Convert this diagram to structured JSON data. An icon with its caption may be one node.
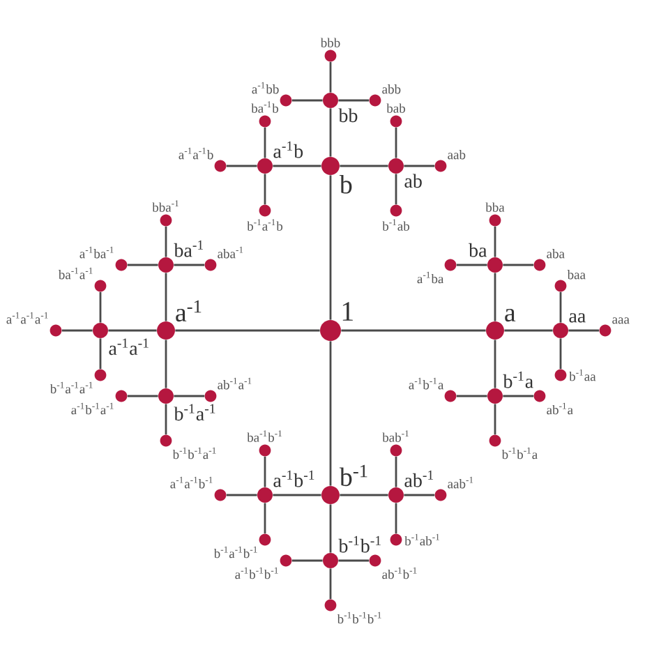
{
  "diagram": {
    "nodes": [
      {
        "text": [
          "1"
        ]
      },
      {
        "text": [
          "a"
        ]
      },
      {
        "text": [
          "b"
        ]
      },
      {
        "text": [
          "a$^{-1}$"
        ]
      },
      {
        "text": [
          "b$^{-1}$"
        ]
      },
      {
        "text": [
          "aa"
        ]
      },
      {
        "text": [
          "ba"
        ]
      },
      {
        "text": [
          "b$^{-1}$a"
        ]
      },
      {
        "text": [
          "ab"
        ]
      },
      {
        "text": [
          "bb"
        ]
      },
      {
        "text": [
          "a$^{-1}$b"
        ]
      },
      {
        "text": [
          "ba$^{-1}$"
        ]
      },
      {
        "text": [
          "a$^{-1}$a$^{-1}$"
        ]
      },
      {
        "text": [
          "b$^{-1}$a$^{-1}$"
        ]
      },
      {
        "text": [
          "ab$^{-1}$"
        ]
      },
      {
        "text": [
          "a$^{-1}$b$^{-1}$"
        ]
      },
      {
        "text": [
          "b$^{-1}$b$^{-1}$"
        ]
      },
      {
        "text": [
          "aaa"
        ]
      },
      {
        "text": [
          "baa"
        ]
      },
      {
        "text": [
          "b$^{-1}$aa"
        ]
      },
      {
        "text": [
          "aba"
        ]
      },
      {
        "text": [
          "bba"
        ]
      },
      {
        "text": [
          "a$^{-1}$ba"
        ]
      },
      {
        "text": [
          "ab$^{-1}$a"
        ]
      },
      {
        "text": [
          "a$^{-1}$b$^{-1}$a"
        ]
      },
      {
        "text": [
          "b$^{-1}$b$^{-1}$a"
        ]
      },
      {
        "text": [
          "aab"
        ]
      },
      {
        "text": [
          "bab"
        ]
      },
      {
        "text": [
          "b$^{-1}$ab"
        ]
      },
      {
        "text": [
          "abb"
        ]
      },
      {
        "text": [
          "bbb"
        ]
      },
      {
        "text": [
          "a$^{-1}$bb"
        ]
      },
      {
        "text": [
          "ba$^{-1}$b"
        ]
      },
      {
        "text": [
          "a$^{-1}$a$^{-1}$b"
        ]
      },
      {
        "text": [
          "b$^{-1}$a$^{-1}$b"
        ]
      },
      {
        "text": [
          "aba$^{-1}$"
        ]
      },
      {
        "text": [
          "bba$^{-1}$"
        ]
      },
      {
        "text": [
          "a$^{-1}$ba$^{-1}$"
        ]
      },
      {
        "text": [
          "ba$^{-1}$a$^{-1}$"
        ]
      },
      {
        "text": [
          "a$^{-1}$a$^{-1}$a$^{-1}$"
        ]
      },
      {
        "text": [
          "b$^{-1}$a$^{-1}$a$^{-1}$"
        ]
      },
      {
        "text": [
          "ab$^{-1}$a$^{-1}$"
        ]
      },
      {
        "text": [
          "a$^{-1}$b$^{-1}$a$^{-1}$"
        ]
      },
      {
        "text": [
          "b$^{-1}$b$^{-1}$a$^{-1}$"
        ]
      },
      {
        "text": [
          "aab$^{-1}$"
        ]
      },
      {
        "text": [
          "bab$^{-1}$"
        ]
      },
      {
        "text": [
          "b$^{-1}$ab$^{-1}$"
        ]
      },
      {
        "text": [
          "ba$^{-1}$b$^{-1}$"
        ]
      },
      {
        "text": [
          "a$^{-1}$a$^{-1}$b$^{-1}$"
        ]
      },
      {
        "text": [
          "b$^{-1}$a$^{-1}$b$^{-1}$"
        ]
      },
      {
        "text": [
          "ab$^{-1}$b$^{-1}$"
        ]
      },
      {
        "text": [
          "a$^{-1}$b$^{-1}$b$^{-1}$"
        ]
      },
      {
        "text": [
          "b$^{-1}$b$^{-1}$b$^{-1}$"
        ]
      }
    ],
    "edges": [
      {
        "from": 0,
        "to": 1,
        "arrow": "none"
      },
      {
        "from": 0,
        "to": 2,
        "arrow": "none"
      },
      {
        "from": 0,
        "to": 3,
        "arrow": "none"
      },
      {
        "from": 0,
        "to": 4,
        "arrow": "none"
      },
      {
        "from": 1,
        "to": 5,
        "arrow": "none"
      },
      {
        "from": 1,
        "to": 6,
        "arrow": "none"
      },
      {
        "from": 1,
        "to": 7,
        "arrow": "none"
      },
      {
        "from": 2,
        "to": 8,
        "arrow": "none"
      },
      {
        "from": 2,
        "to": 9,
        "arrow": "none"
      },
      {
        "from": 2,
        "to": 10,
        "arrow": "none"
      },
      {
        "from": 3,
        "to": 11,
        "arrow": "none"
      },
      {
        "from": 3,
        "to": 12,
        "arrow": "none"
      },
      {
        "from": 3,
        "to": 13,
        "arrow": "none"
      },
      {
        "from": 4,
        "to": 14,
        "arrow": "none"
      },
      {
        "from": 4,
        "to": 15,
        "arrow": "none"
      },
      {
        "from": 4,
        "to": 16,
        "arrow": "none"
      },
      {
        "from": 5,
        "to": 17,
        "arrow": "none"
      },
      {
        "from": 5,
        "to": 18,
        "arrow": "none"
      },
      {
        "from": 5,
        "to": 19,
        "arrow": "none"
      },
      {
        "from": 6,
        "to": 20,
        "arrow": "none"
      },
      {
        "from": 6,
        "to": 21,
        "arrow": "none"
      },
      {
        "from": 6,
        "to": 22,
        "arrow": "none"
      },
      {
        "from": 7,
        "to": 23,
        "arrow": "none"
      },
      {
        "from": 7,
        "to": 24,
        "arrow": "none"
      },
      {
        "from": 7,
        "to": 25,
        "arrow": "none"
      },
      {
        "from": 8,
        "to": 26,
        "arrow": "none"
      },
      {
        "from": 8,
        "to": 27,
        "arrow": "none"
      },
      {
        "from": 8,
        "to": 28,
        "arrow": "none"
      },
      {
        "from": 9,
        "to": 29,
        "arrow": "none"
      },
      {
        "from": 9,
        "to": 30,
        "arrow": "none"
      },
      {
        "from": 9,
        "to": 31,
        "arrow": "none"
      },
      {
        "from": 10,
        "to": 32,
        "arrow": "none"
      },
      {
        "from": 10,
        "to": 33,
        "arrow": "none"
      },
      {
        "from": 10,
        "to": 34,
        "arrow": "none"
      },
      {
        "from": 11,
        "to": 35,
        "arrow": "none"
      },
      {
        "from": 11,
        "to": 36,
        "arrow": "none"
      },
      {
        "from": 11,
        "to": 37,
        "arrow": "none"
      },
      {
        "from": 12,
        "to": 38,
        "arrow": "none"
      },
      {
        "from": 12,
        "to": 39,
        "arrow": "none"
      },
      {
        "from": 12,
        "to": 40,
        "arrow": "none"
      },
      {
        "from": 13,
        "to": 41,
        "arrow": "none"
      },
      {
        "from": 13,
        "to": 42,
        "arrow": "none"
      },
      {
        "from": 13,
        "to": 43,
        "arrow": "none"
      },
      {
        "from": 14,
        "to": 44,
        "arrow": "none"
      },
      {
        "from": 14,
        "to": 45,
        "arrow": "none"
      },
      {
        "from": 14,
        "to": 46,
        "arrow": "none"
      },
      {
        "from": 15,
        "to": 47,
        "arrow": "none"
      },
      {
        "from": 15,
        "to": 48,
        "arrow": "none"
      },
      {
        "from": 15,
        "to": 49,
        "arrow": "none"
      },
      {
        "from": 16,
        "to": 50,
        "arrow": "none"
      },
      {
        "from": 16,
        "to": 51,
        "arrow": "none"
      },
      {
        "from": 16,
        "to": 52,
        "arrow": "none"
      }
    ]
  }
}
